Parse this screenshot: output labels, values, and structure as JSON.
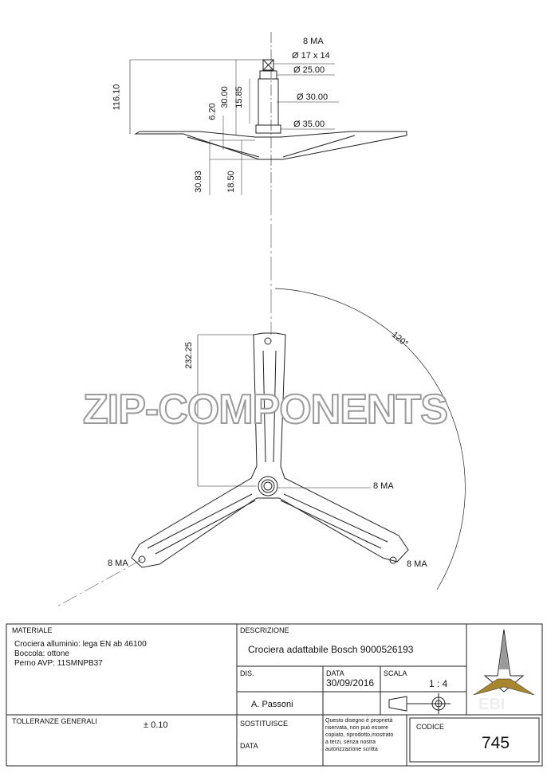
{
  "drawing": {
    "dimensions": {
      "thread_top": "8 MA",
      "square": "Ø 17 x 14",
      "d25": "Ø 25.00",
      "d30": "Ø 30.00",
      "d35": "Ø 35.00",
      "h116": "116.10",
      "h30": "30.00",
      "h1585": "15.85",
      "h620": "6.20",
      "h3083": "30.83",
      "h1850": "18.50",
      "r23225": "232.25",
      "angle": "120°",
      "thread_center": "8 MA",
      "thread_left": "8 MA",
      "thread_right": "8 MA"
    },
    "watermark": "ZIP-COMPONENTS"
  },
  "title_block": {
    "materiale_label": "MATERIALE",
    "materiale_lines": [
      "Crociera alluminio: lega EN ab 46100",
      "Boccola: ottone",
      "Perno AVP: 11SMNPB37"
    ],
    "descrizione_label": "DESCRIZIONE",
    "descrizione": "Crociera adattabile Bosch 9000526193",
    "dis_label": "DIS.",
    "data_label": "DATA",
    "data": "30/09/2016",
    "scala_label": "SCALA",
    "scala": "1 : 4",
    "author": "A. Passoni",
    "tolleranze_label": "TOLLERANZE GENERALI",
    "tolleranze": "± 0.10",
    "sostituisce_label": "SOSTITUISCE",
    "data2_label": "DATA",
    "notice": [
      "Questo disegno è proprietà",
      "riservata, non può essere",
      "copiato, riprodotto,mostrato",
      "a terzi, senza nostra",
      "autorizzazione scritta"
    ],
    "codice_label": "CODICE",
    "codice": "745",
    "logo_text": "EBI",
    "logo_colors": {
      "top": "#9a9a9a",
      "bottom": "#a8862e"
    }
  }
}
